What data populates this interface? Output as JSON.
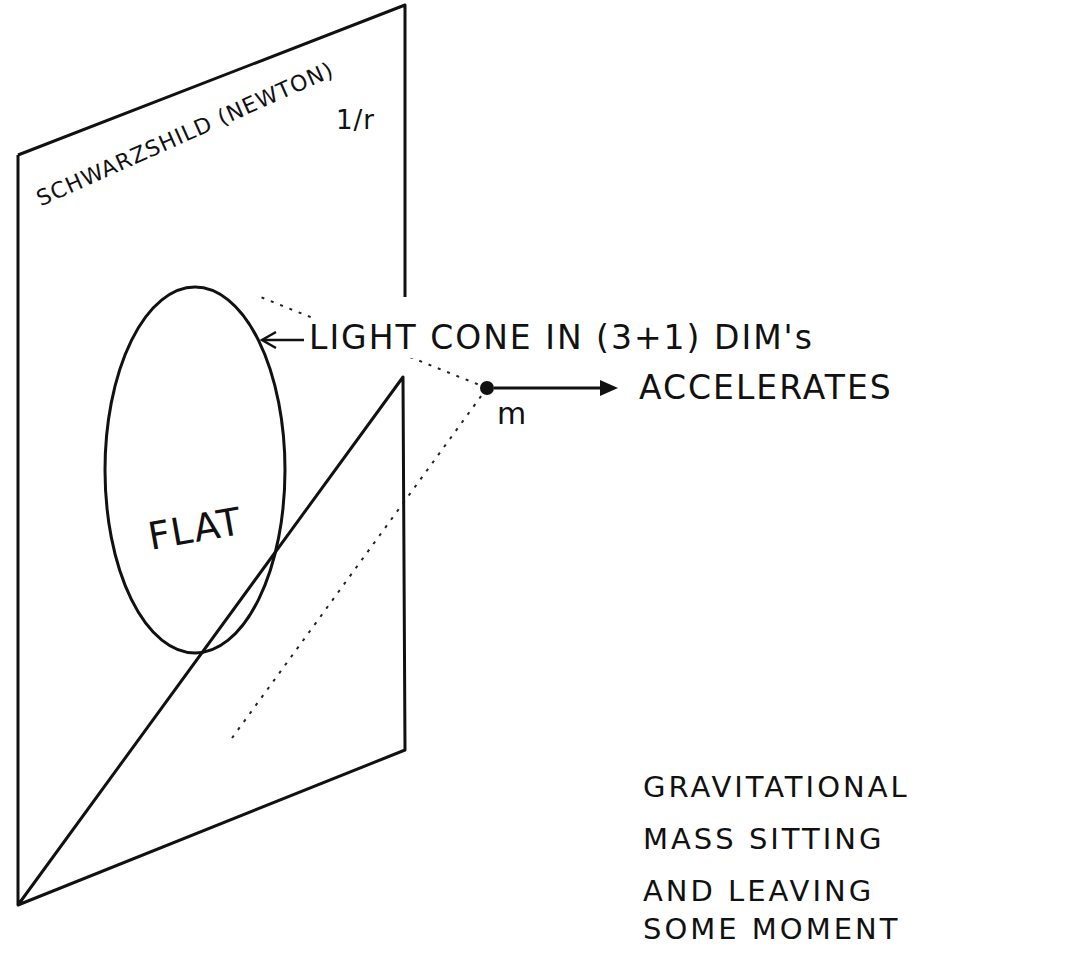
{
  "diagram": {
    "nodes": [
      {
        "text": [
          "SCHWARZSHILD (NEWTON)",
          "1/r"
        ]
      },
      {
        "text": [
          "FLAT"
        ],
        "in": 0
      }
    ],
    "labels": [
      "LIGHT CONE IN (3+1) DIM's",
      "m",
      "ACCELERATES",
      "GRAVITATIONAL",
      "MASS SITTING",
      "AND LEAVING",
      "SOME MOMENT"
    ]
  }
}
